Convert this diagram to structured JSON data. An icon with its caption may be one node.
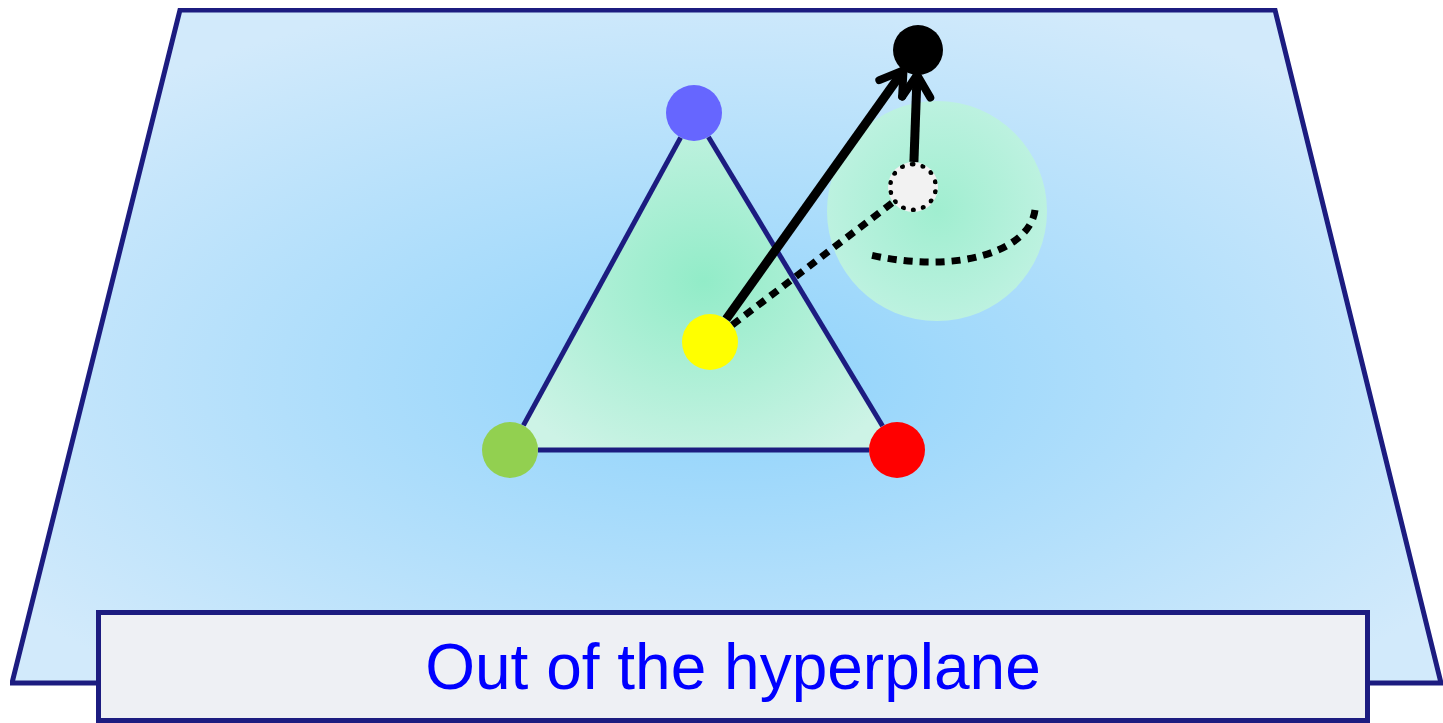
{
  "diagram": {
    "nodes": [
      {
        "text": [],
        "shape": "trapezoid"
      },
      {
        "text": [],
        "shape": "circle",
        "in": 0
      },
      {
        "text": [],
        "shape": "circle",
        "in": 0
      },
      {
        "text": [],
        "shape": "circle",
        "in": 0
      },
      {
        "text": [],
        "shape": "circle",
        "in": 0
      },
      {
        "text": [],
        "shape": "circle",
        "in": 0
      },
      {
        "text": [],
        "shape": "circle",
        "in": 5
      },
      {
        "text": [],
        "shape": "circle",
        "in": 0
      },
      {
        "text": [
          "Out of the hyperplane"
        ]
      }
    ],
    "edges": [
      {
        "from": 1,
        "to": 2,
        "arrow": "none",
        "color": "#1c1c80"
      },
      {
        "from": 2,
        "to": 3,
        "arrow": "none",
        "color": "#1c1c80"
      },
      {
        "from": 3,
        "to": 1,
        "arrow": "none",
        "color": "#1c1c80"
      },
      {
        "from": 4,
        "to": 7,
        "arrow": "to",
        "style": "thick",
        "color": "#000000"
      },
      {
        "from": 6,
        "to": 7,
        "arrow": "to",
        "style": "thick",
        "color": "#000000"
      },
      {
        "from": 4,
        "to": 6,
        "arrow": "none",
        "style": "dashed",
        "color": "#000000"
      }
    ]
  }
}
